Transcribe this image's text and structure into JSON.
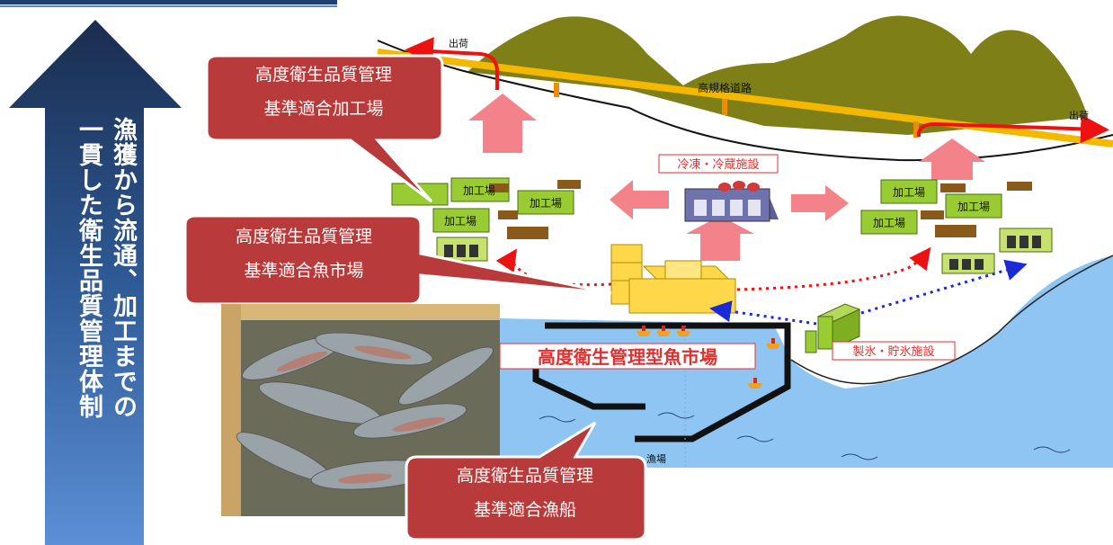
{
  "side_arrow": {
    "text_col1": "漁獲から流通、加工までの",
    "text_col2": "一貫した衛生品質管理体制",
    "color": "#2d5a94"
  },
  "callouts": {
    "processing": {
      "line1": "高度衛生品質管理",
      "line2": "基準適合加工場"
    },
    "market": {
      "line1": "高度衛生品質管理",
      "line2": "基準適合魚市場"
    },
    "vessel": {
      "line1": "高度衛生品質管理",
      "line2": "基準適合漁船"
    }
  },
  "labels": {
    "shipping_left": "出荷",
    "shipping_right": "出荷",
    "highway": "高規格道路",
    "cold_storage": "冷凍・冷蔵施設",
    "processing_plant": "加工場",
    "fish_market": "高度衛生管理型魚市場",
    "ice_facility": "製氷・貯氷施設",
    "fishing_ground": "漁場"
  },
  "colors": {
    "mountain": "#7f7f18",
    "sea": "#8ec5f2",
    "highway": "#f5b800",
    "callout": "#b83a3a",
    "plant": "#99cc33",
    "red_route": "#ee1111",
    "blue_route": "#1a2bd6",
    "big_arrow": "#f4828a"
  }
}
